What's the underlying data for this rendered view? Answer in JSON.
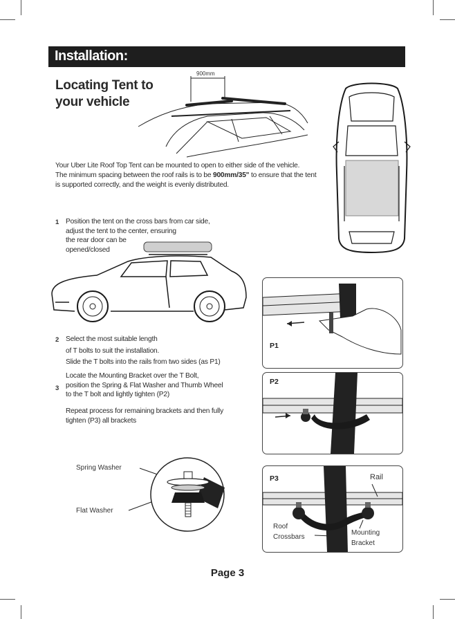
{
  "header": {
    "title": "Installation:"
  },
  "section": {
    "title_line1": "Locating Tent to",
    "title_line2": "your vehicle"
  },
  "dimension_label": "900mm",
  "intro": {
    "line1": "Your Uber Lite Roof Top Tent can be mounted to open to either side of the vehicle.",
    "line2_a": "The minimum spacing between the roof rails is to be ",
    "line2_b": "900mm/35\"",
    "line2_c": " to ensure that the tent",
    "line3": "is supported correctly, and the weight is evenly distributed."
  },
  "steps": {
    "s1_num": "1",
    "s1_l1": "Position the tent on the cross bars from car side,",
    "s1_l2": "adjust the tent to the center, ensuring",
    "s1_l3": "the rear door can be",
    "s1_l4": "opened/closed",
    "s2_num": "2",
    "s2_l1": "Select the most suitable length",
    "s2_l2": "of T bolts to suit the installation.",
    "s2_l3": "Slide the T bolts into the rails from two sides (as P1)",
    "s3_num": "3",
    "s3_l1": "Locate the Mounting Bracket over the T Bolt,",
    "s3_l2": "position the Spring & Flat Washer and Thumb Wheel",
    "s3_l3": "to the T bolt and lightly  tighten (P2)",
    "rep_l1": "Repeat process for remaining brackets and then fully",
    "rep_l2": "tighten (P3) all brackets"
  },
  "washer_labels": {
    "spring": "Spring Washer",
    "flat": "Flat Washer"
  },
  "panels": {
    "p1": "P1",
    "p2": "P2",
    "p3": "P3",
    "rail": "Rail",
    "roof_l1": "Roof",
    "roof_l2": "Crossbars",
    "mount_l1": "Mounting",
    "mount_l2": "Bracket"
  },
  "footer": {
    "page": "Page 3"
  }
}
